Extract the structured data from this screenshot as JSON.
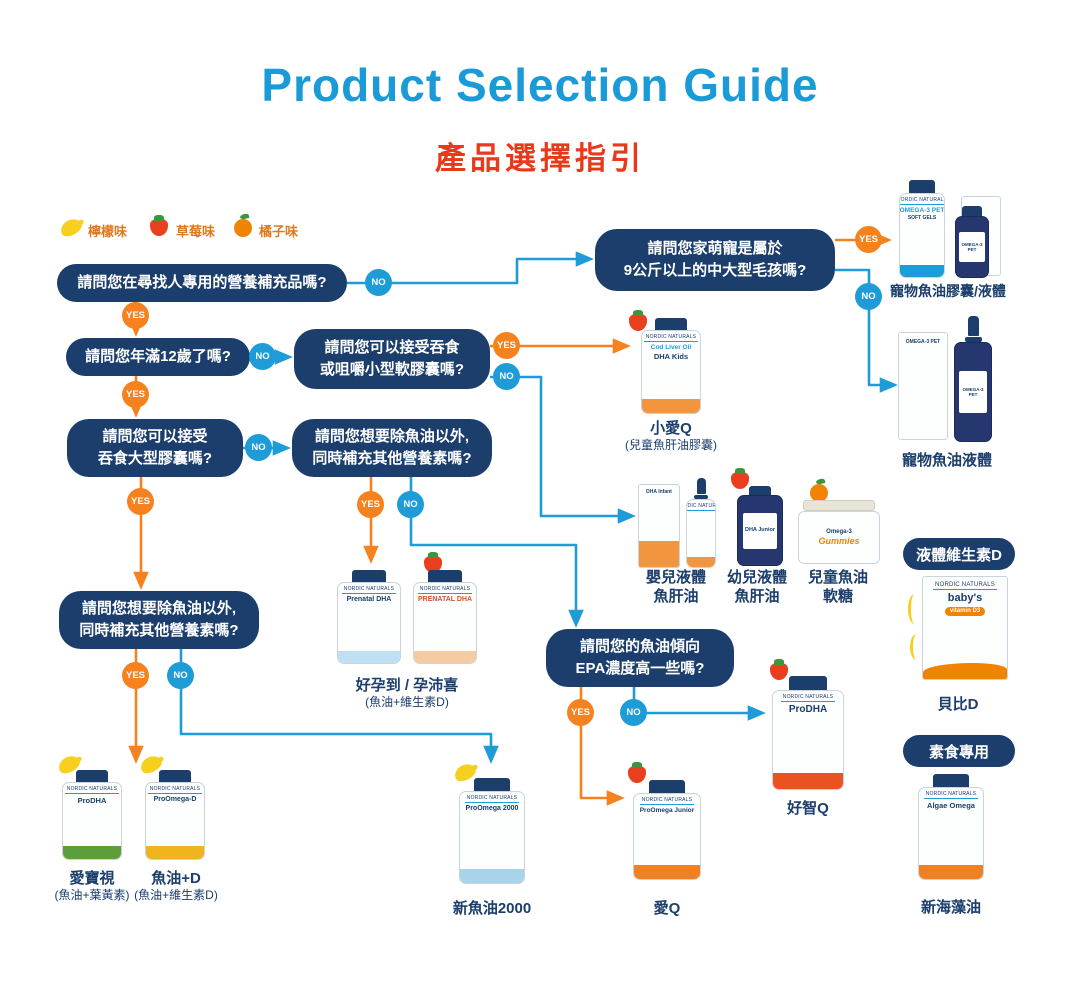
{
  "title": "Product Selection Guide",
  "subtitle": "產品選擇指引",
  "brand": "NORDIC NATURALS",
  "legend": {
    "lemon": "檸檬味",
    "strawberry": "草莓味",
    "orange": "橘子味"
  },
  "answers": {
    "yes": "YES",
    "no": "NO"
  },
  "questions": {
    "human": "請問您在尋找人專用的營養補充品嗎?",
    "pet_l1": "請問您家萌寵是屬於",
    "pet_l2": "9公斤以上的中大型毛孩嗎?",
    "age": "請問您年滿12歲了嗎?",
    "small_softgel_l1": "請問您可以接受吞食",
    "small_softgel_l2": "或咀嚼小型軟膠囊嗎?",
    "large_capsule_l1": "請問您可以接受",
    "large_capsule_l2": "吞食大型膠囊嗎?",
    "extra_nutrients_l1": "請問您想要除魚油以外,",
    "extra_nutrients_l2": "同時補充其他營養素嗎?",
    "extra_nutrients2_l1": "請問您想要除魚油以外,",
    "extra_nutrients2_l2": "同時補充其他營養素嗎?",
    "epa_l1": "請問您的魚油傾向",
    "epa_l2": "EPA濃度高一些嗎?"
  },
  "sections": {
    "liquid_vitamin_d": "液體維生素D",
    "vegetarian": "素食專用"
  },
  "products": {
    "pet_combo": {
      "name": "寵物魚油膠囊/液體",
      "bottle_label": "OMEGA-3 PET",
      "bottle_sub": "SOFT GELS"
    },
    "pet_liquid": {
      "name": "寵物魚油液體",
      "bottle_label": "OMEGA-3 PET"
    },
    "kids_cod": {
      "name": "小愛Q",
      "sub": "(兒童魚肝油膠囊)",
      "bottle_label_1": "Cod Liver Oil",
      "bottle_label_2": "DHA Kids"
    },
    "infant_liquid": {
      "name_l1": "嬰兒液體",
      "name_l2": "魚肝油",
      "bottle_label": "DHA Infant"
    },
    "toddler_liquid": {
      "name_l1": "幼兒液體",
      "name_l2": "魚肝油",
      "bottle_label": "DHA Junior"
    },
    "kids_gummy": {
      "name_l1": "兒童魚油",
      "name_l2": "軟糖",
      "bottle_label_1": "Omega-3",
      "bottle_label_2": "Gummies"
    },
    "baby_d": {
      "name": "貝比D",
      "bottle_label_1": "baby's",
      "bottle_label_2": "vitamin D3"
    },
    "prenatal": {
      "name": "好孕到 / 孕沛喜",
      "sub": "(魚油+維生素D)",
      "bottle_label_1": "Prenatal DHA",
      "bottle_label_2": "PRENATAL DHA"
    },
    "prodha": {
      "name": "好智Q",
      "bottle_label": "ProDHA"
    },
    "spectrum": {
      "name": "愛寶視",
      "sub": "(魚油+葉黃素)",
      "bottle_label": "ProDHA"
    },
    "omega_d": {
      "name": "魚油+D",
      "sub": "(魚油+維生素D)",
      "bottle_label": "ProOmega-D"
    },
    "proomega2000": {
      "name": "新魚油2000",
      "bottle_label": "ProOmega 2000"
    },
    "junior": {
      "name": "愛Q",
      "bottle_label": "ProOmega Junior"
    },
    "algae": {
      "name": "新海藻油",
      "bottle_label": "Algae Omega"
    }
  },
  "colors": {
    "title": "#1A9AD7",
    "subtitle": "#E8391B",
    "question_box": "#1B3E6C",
    "yes": "#F5821F",
    "no": "#1E9CD7"
  }
}
